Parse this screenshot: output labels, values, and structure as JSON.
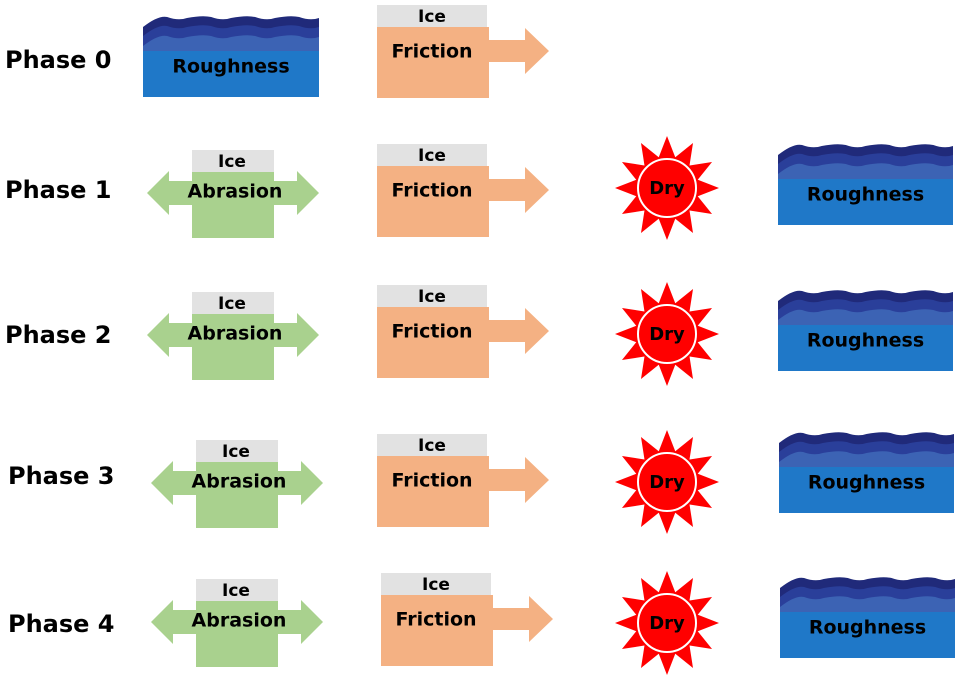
{
  "colors": {
    "water_deep": "#202a7a",
    "water_mid": "#2a3f9a",
    "water_light": "#3c63b4",
    "water_body": "#1f78c8",
    "ice": "#e2e2e2",
    "friction": "#f4b183",
    "abrasion": "#a9d18e",
    "sun": "#ff0000"
  },
  "phases": [
    {
      "label": "Phase 0",
      "roughness_label": "Roughness",
      "friction": {
        "ice_label": "Ice",
        "label": "Friction"
      }
    },
    {
      "label": "Phase 1",
      "abrasion": {
        "ice_label": "Ice",
        "label": "Abrasion"
      },
      "friction": {
        "ice_label": "Ice",
        "label": "Friction"
      },
      "dry_label": "Dry",
      "roughness_label": "Roughness"
    },
    {
      "label": "Phase 2",
      "abrasion": {
        "ice_label": "Ice",
        "label": "Abrasion"
      },
      "friction": {
        "ice_label": "Ice",
        "label": "Friction"
      },
      "dry_label": "Dry",
      "roughness_label": "Roughness"
    },
    {
      "label": "Phase 3",
      "abrasion": {
        "ice_label": "Ice",
        "label": "Abrasion"
      },
      "friction": {
        "ice_label": "Ice",
        "label": "Friction"
      },
      "dry_label": "Dry",
      "roughness_label": "Roughness"
    },
    {
      "label": "Phase 4",
      "abrasion": {
        "ice_label": "Ice",
        "label": "Abrasion"
      },
      "friction": {
        "ice_label": "Ice",
        "label": "Friction"
      },
      "dry_label": "Dry",
      "roughness_label": "Roughness"
    }
  ]
}
